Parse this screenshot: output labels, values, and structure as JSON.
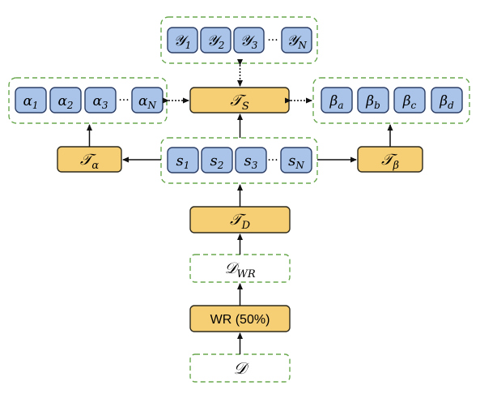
{
  "colors": {
    "blue_fill": "#a9c4e8",
    "blue_stroke": "#2c3e66",
    "orange_fill": "#f6cf75",
    "orange_stroke": "#2e2a1d",
    "group_border": "#6aa84f",
    "arrow": "#111111"
  },
  "groups": {
    "y": {
      "items": [
        {
          "base": "𝒴",
          "sub": "1"
        },
        {
          "base": "𝒴",
          "sub": "2"
        },
        {
          "base": "𝒴",
          "sub": "3"
        },
        {
          "base": "𝒴",
          "sub": "N"
        }
      ],
      "ellipsis": "···"
    },
    "alpha": {
      "items": [
        {
          "base": "α",
          "sub": "1"
        },
        {
          "base": "α",
          "sub": "2"
        },
        {
          "base": "α",
          "sub": "3"
        },
        {
          "base": "α",
          "sub": "N"
        }
      ],
      "ellipsis": "···"
    },
    "beta": {
      "items": [
        {
          "base": "β",
          "sub": "a"
        },
        {
          "base": "β",
          "sub": "b"
        },
        {
          "base": "β",
          "sub": "c"
        },
        {
          "base": "β",
          "sub": "d"
        }
      ]
    },
    "s": {
      "items": [
        {
          "base": "s",
          "sub": "1"
        },
        {
          "base": "s",
          "sub": "2"
        },
        {
          "base": "s",
          "sub": "3"
        },
        {
          "base": "s",
          "sub": "N"
        }
      ],
      "ellipsis": "···"
    }
  },
  "nodes": {
    "ts": {
      "base": "𝒯",
      "sub": "S"
    },
    "talpha": {
      "base": "𝒯",
      "sub": "α"
    },
    "tbeta": {
      "base": "𝒯",
      "sub": "β"
    },
    "td": {
      "base": "𝒯",
      "sub": "D"
    },
    "dwr": {
      "base": "𝒟",
      "sub": "WR"
    },
    "wr": {
      "label": "WR (50%)"
    },
    "d": {
      "base": "𝒟"
    }
  }
}
